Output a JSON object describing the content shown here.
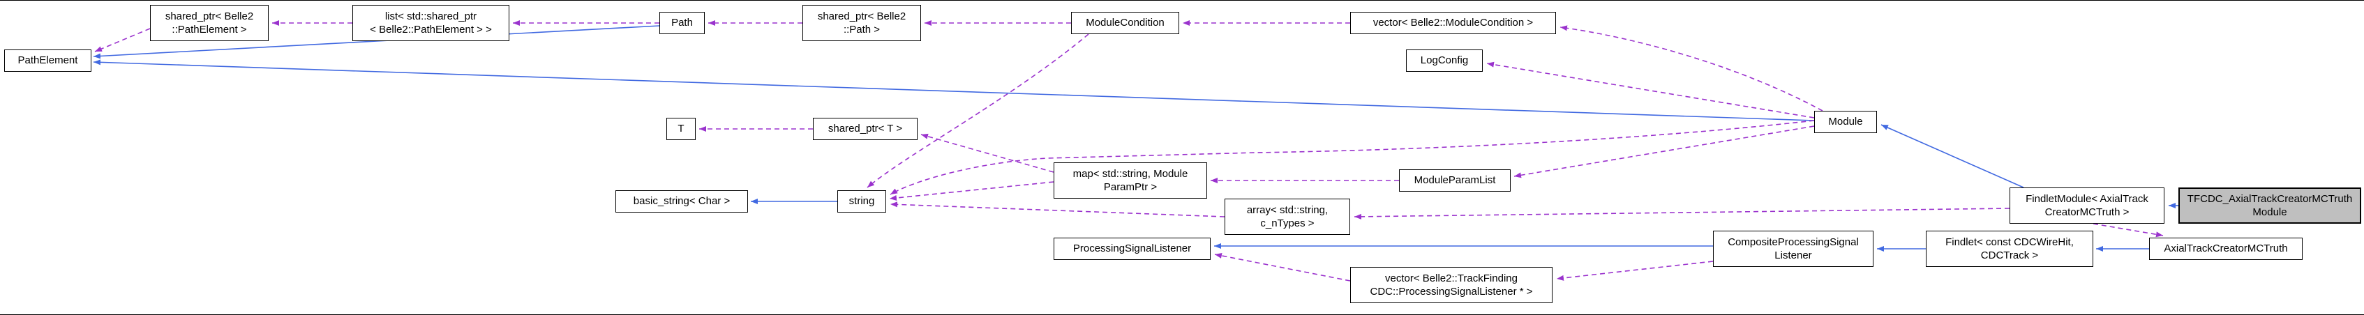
{
  "diagram_type": "collaboration-graph",
  "colors": {
    "inheritance_edge": "#4169e1",
    "usage_edge": "#9a32cd",
    "node_border": "#000000",
    "node_fill": "#ffffff",
    "highlighted_node_fill": "#bfbfbf",
    "background": "#ffffff"
  },
  "nodes": {
    "pathElement": {
      "label": "PathElement"
    },
    "sharedPtrPathElement": {
      "label": "shared_ptr< Belle2\n::PathElement >"
    },
    "listSharedPtrPathElement": {
      "label": "list< std::shared_ptr\n< Belle2::PathElement > >"
    },
    "path": {
      "label": "Path"
    },
    "sharedPtrPath": {
      "label": "shared_ptr< Belle2\n::Path >"
    },
    "moduleCondition": {
      "label": "ModuleCondition"
    },
    "vectorModuleCondition": {
      "label": "vector< Belle2::ModuleCondition >"
    },
    "logConfig": {
      "label": "LogConfig"
    },
    "module": {
      "label": "Module"
    },
    "t": {
      "label": "T"
    },
    "sharedPtrT": {
      "label": "shared_ptr< T >"
    },
    "mapModuleParamPtr": {
      "label": "map< std::string, Module\nParamPtr >"
    },
    "moduleParamList": {
      "label": "ModuleParamList"
    },
    "basicString": {
      "label": "basic_string< Char >"
    },
    "string": {
      "label": "string"
    },
    "arrayStdString": {
      "label": "array< std::string,\nc_nTypes >"
    },
    "processingSignalListener": {
      "label": "ProcessingSignalListener"
    },
    "compositePSL": {
      "label": "CompositeProcessingSignal\nListener"
    },
    "vectorPSL": {
      "label": "vector< Belle2::TrackFinding\nCDC::ProcessingSignalListener * >"
    },
    "findlet": {
      "label": "Findlet< const CDCWireHit,\nCDCTrack >"
    },
    "axialTrackCreatorMCTruth": {
      "label": "AxialTrackCreatorMCTruth"
    },
    "findletModule": {
      "label": "FindletModule< AxialTrack\nCreatorMCTruth >"
    },
    "tfcdcModule": {
      "label": "TFCDC_AxialTrackCreatorMCTruth\nModule",
      "highlighted": true
    }
  },
  "edges": [
    {
      "from": "tfcdcModule",
      "to": "findletModule",
      "type": "inheritance"
    },
    {
      "from": "findletModule",
      "to": "module",
      "type": "inheritance"
    },
    {
      "from": "module",
      "to": "pathElement",
      "type": "inheritance"
    },
    {
      "from": "path",
      "to": "pathElement",
      "type": "inheritance"
    },
    {
      "from": "string",
      "to": "basicString",
      "type": "inheritance"
    },
    {
      "from": "axialTrackCreatorMCTruth",
      "to": "findlet",
      "type": "inheritance"
    },
    {
      "from": "findlet",
      "to": "compositePSL",
      "type": "inheritance"
    },
    {
      "from": "compositePSL",
      "to": "processingSignalListener",
      "type": "inheritance"
    },
    {
      "from": "sharedPtrPathElement",
      "to": "pathElement",
      "type": "usage"
    },
    {
      "from": "listSharedPtrPathElement",
      "to": "sharedPtrPathElement",
      "type": "usage"
    },
    {
      "from": "path",
      "to": "listSharedPtrPathElement",
      "type": "usage"
    },
    {
      "from": "sharedPtrPath",
      "to": "path",
      "type": "usage"
    },
    {
      "from": "moduleCondition",
      "to": "sharedPtrPath",
      "type": "usage"
    },
    {
      "from": "vectorModuleCondition",
      "to": "moduleCondition",
      "type": "usage"
    },
    {
      "from": "module",
      "to": "vectorModuleCondition",
      "type": "usage"
    },
    {
      "from": "module",
      "to": "logConfig",
      "type": "usage"
    },
    {
      "from": "sharedPtrT",
      "to": "t",
      "type": "usage"
    },
    {
      "from": "mapModuleParamPtr",
      "to": "sharedPtrT",
      "type": "usage"
    },
    {
      "from": "mapModuleParamPtr",
      "to": "string",
      "type": "usage"
    },
    {
      "from": "moduleParamList",
      "to": "mapModuleParamPtr",
      "type": "usage"
    },
    {
      "from": "module",
      "to": "moduleParamList",
      "type": "usage"
    },
    {
      "from": "module",
      "to": "string",
      "type": "usage"
    },
    {
      "from": "moduleCondition",
      "to": "string",
      "type": "usage"
    },
    {
      "from": "arrayStdString",
      "to": "string",
      "type": "usage"
    },
    {
      "from": "compositePSL",
      "to": "vectorPSL",
      "type": "usage"
    },
    {
      "from": "vectorPSL",
      "to": "processingSignalListener",
      "type": "usage"
    },
    {
      "from": "findletModule",
      "to": "arrayStdString",
      "type": "usage"
    },
    {
      "from": "findletModule",
      "to": "axialTrackCreatorMCTruth",
      "type": "usage"
    }
  ]
}
